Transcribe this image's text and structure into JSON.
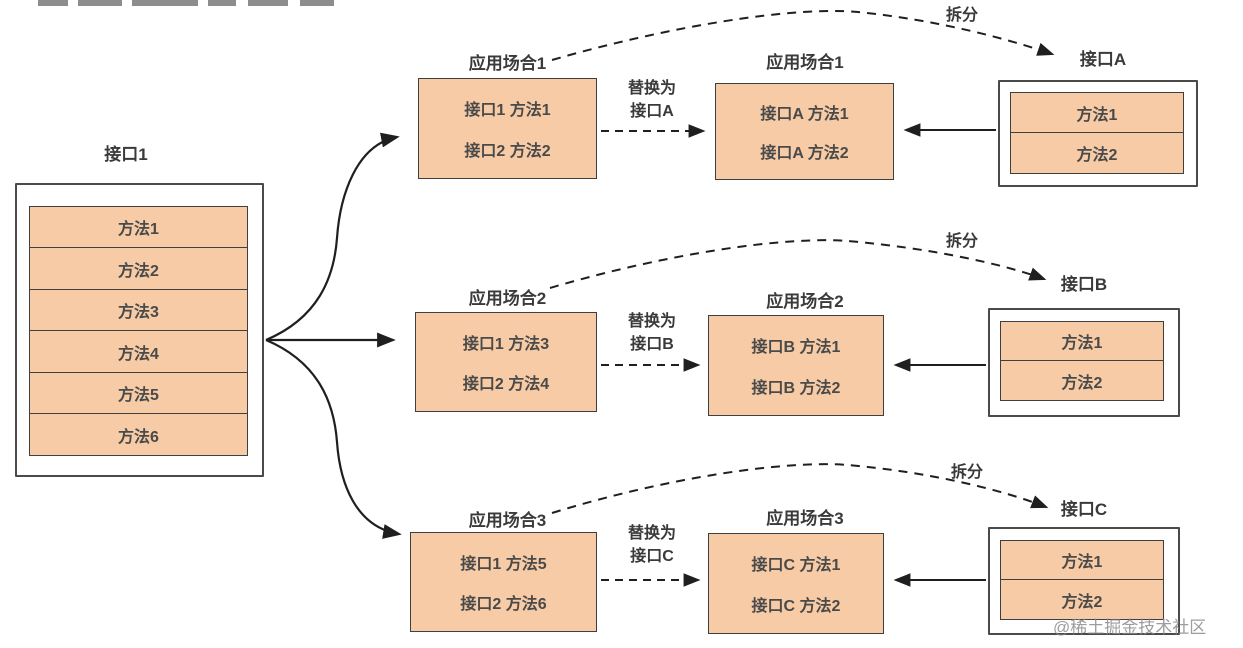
{
  "colors": {
    "box_fill": "#f6cba5",
    "box_border": "#3f3f3f",
    "outer_border": "#4a4a4a",
    "arrow": "#1f1f1f",
    "text": "#3a3a3a",
    "watermark": "#878787"
  },
  "interface1": {
    "label": "接口1",
    "methods": [
      "方法1",
      "方法2",
      "方法3",
      "方法4",
      "方法5",
      "方法6"
    ]
  },
  "rows": [
    {
      "scenario_label": "应用场合1",
      "before_methods": [
        "接口1 方法1",
        "接口2 方法2"
      ],
      "replace_line1": "替换为",
      "replace_line2": "接口A",
      "after_label": "应用场合1",
      "after_methods": [
        "接口A 方法1",
        "接口A 方法2"
      ],
      "split_label": "拆分",
      "interface_label": "接口A",
      "interface_methods": [
        "方法1",
        "方法2"
      ]
    },
    {
      "scenario_label": "应用场合2",
      "before_methods": [
        "接口1 方法3",
        "接口2 方法4"
      ],
      "replace_line1": "替换为",
      "replace_line2": "接口B",
      "after_label": "应用场合2",
      "after_methods": [
        "接口B 方法1",
        "接口B 方法2"
      ],
      "split_label": "拆分",
      "interface_label": "接口B",
      "interface_methods": [
        "方法1",
        "方法2"
      ]
    },
    {
      "scenario_label": "应用场合3",
      "before_methods": [
        "接口1 方法5",
        "接口2 方法6"
      ],
      "replace_line1": "替换为",
      "replace_line2": "接口C",
      "after_label": "应用场合3",
      "after_methods": [
        "接口C 方法1",
        "接口C 方法2"
      ],
      "split_label": "拆分",
      "interface_label": "接口C",
      "interface_methods": [
        "方法1",
        "方法2"
      ]
    }
  ],
  "watermark": "@稀土掘金技术社区"
}
